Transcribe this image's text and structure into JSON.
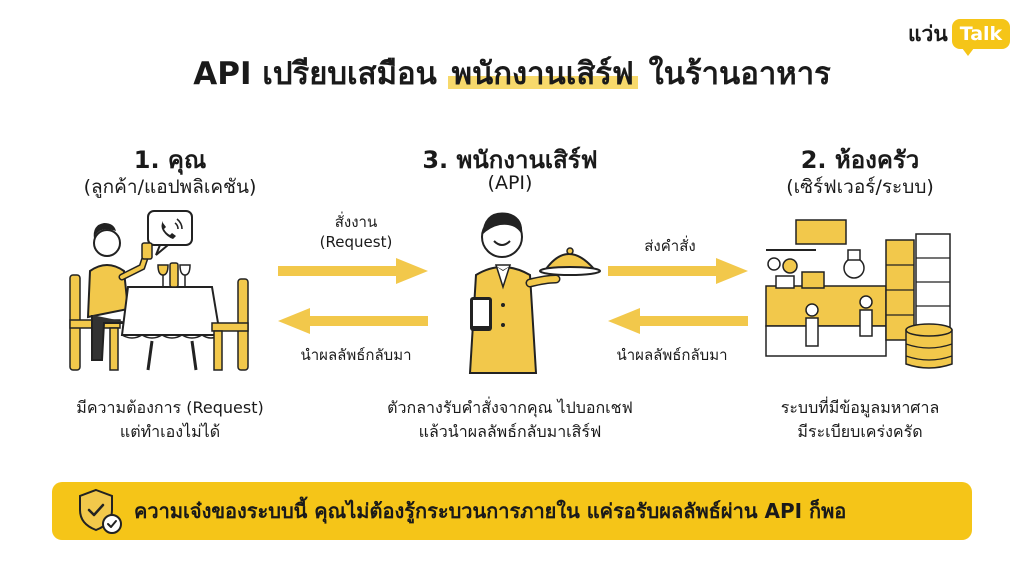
{
  "brand": {
    "text": "แว่น",
    "badge": "Talk"
  },
  "title": {
    "prefix": "API เปรียบเสมือน ",
    "highlight": "พนักงานเสิร์ฟ",
    "suffix": " ในร้านอาหาร"
  },
  "columns": {
    "you": {
      "heading": "1. คุณ",
      "sub": "(ลูกค้า/แอปพลิเคชัน)",
      "desc_line1": "มีความต้องการ (Request)",
      "desc_line2": "แต่ทำเองไม่ได้"
    },
    "waiter": {
      "heading": "3. พนักงานเสิร์ฟ",
      "sub": "(API)",
      "desc_line1": "ตัวกลางรับคำสั่งจากคุณ ไปบอกเชฟ",
      "desc_line2": "แล้วนำผลลัพธ์กลับมาเสิร์ฟ"
    },
    "kitchen": {
      "heading": "2. ห้องครัว",
      "sub": "(เซิร์ฟเวอร์/ระบบ)",
      "desc_line1": "ระบบที่มีข้อมูลมหาศาล",
      "desc_line2": "มีระเบียบเคร่งครัด"
    }
  },
  "arrows": {
    "left_top_line1": "สั่งงาน",
    "left_top_line2": "(Request)",
    "left_bottom": "นำผลลัพธ์กลับมา",
    "right_top": "ส่งคำสั่ง",
    "right_bottom": "นำผลลัพธ์กลับมา"
  },
  "footer": {
    "text": "ความเจ๋งของระบบนี้ คุณไม่ต้องรู้กระบวนการภายใน แค่รอรับผลลัพธ์ผ่าน API ก็พอ"
  },
  "colors": {
    "accent": "#f5c518",
    "highlight": "#f7d96b",
    "arrow": "#f2c84b",
    "ink": "#1a1a1a"
  },
  "icons": [
    "phone-bubble-icon",
    "shield-check-icon"
  ]
}
